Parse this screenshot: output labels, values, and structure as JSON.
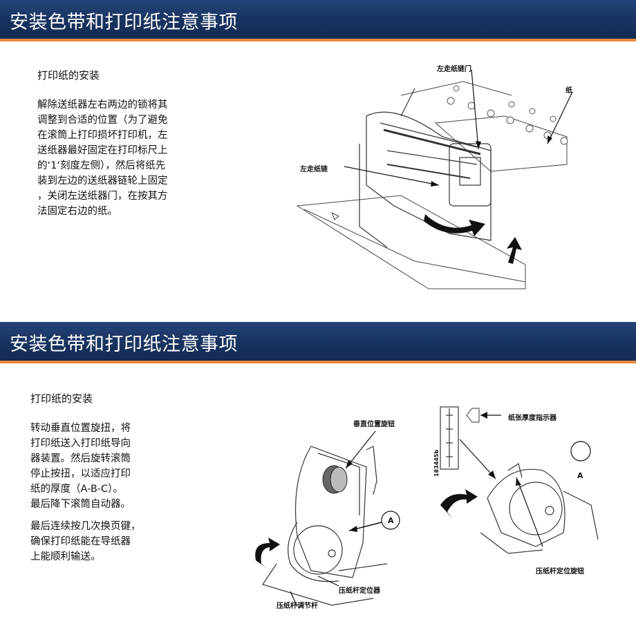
{
  "slide1": {
    "title": "安装色带和打印纸注意事项",
    "subtitle": "打印纸的安装",
    "paragraph": "解除送纸器左右两边的锁将其\n调整到合适的位置（为了避免\n在滚筒上打印损坏打印机，左\n送纸器最好固定在打印标尺上\n的‘1‘刻度左侧），然后将纸先\n装到左边的送纸器链轮上固定\n，关闭左送纸器门，在按其方\n法固定右边的纸。",
    "labels": {
      "left_door": "左走纸链门",
      "paper": "纸",
      "left_chain": "左走纸链"
    }
  },
  "slide2": {
    "title": "安装色带和打印纸注意事项",
    "subtitle": "打印纸的安装",
    "paragraph1": "转动垂直位置旋扭，将\n打印纸送入打印纸导向\n器装置。然后旋转滚筒\n停止按扭，以适应打印\n纸的厚度（A-B-C）。\n最后降下滚筒自动器。",
    "paragraph2": "最后连续按几次换页键，\n确保打印纸能在导纸器\n上能顺利输送。",
    "labels": {
      "vertical_knob": "垂直位置旋钮",
      "thickness_indicator": "纸张厚度指示器",
      "lever_positioner": "压纸杆定位器",
      "lever_adjuster": "压纸杆调节杆",
      "lever_knob": "压纸杆定位旋钮",
      "marker_a": "A",
      "marker_a2": "A",
      "part_number": "183445b"
    }
  }
}
